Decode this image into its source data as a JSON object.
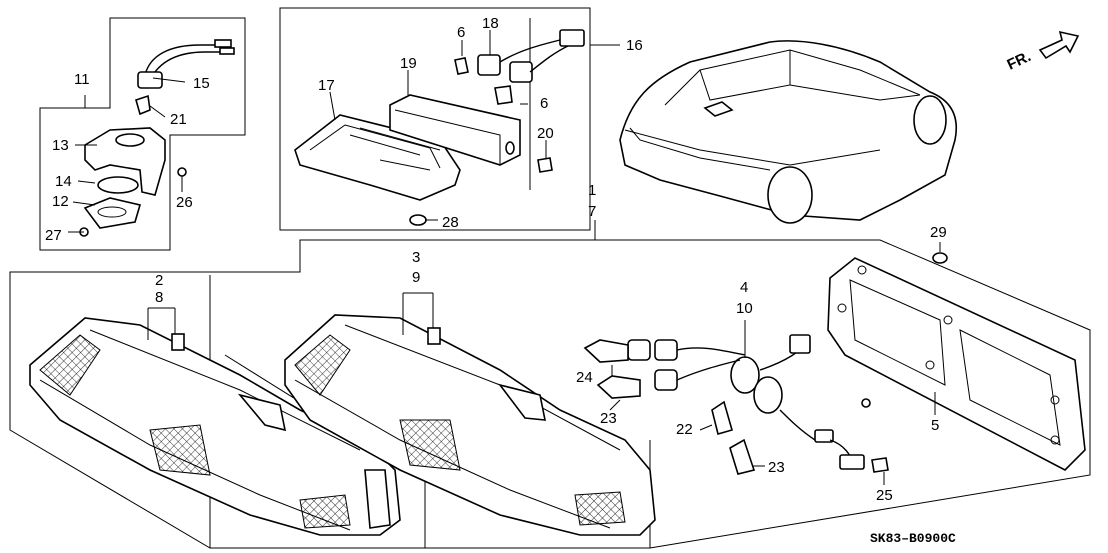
{
  "diagram": {
    "code": "SK83–B0900C",
    "direction_label": "FR.",
    "callouts": [
      "1",
      "7",
      "2",
      "8",
      "3",
      "9",
      "4",
      "10",
      "5",
      "6",
      "6",
      "11",
      "12",
      "13",
      "14",
      "15",
      "16",
      "17",
      "18",
      "19",
      "20",
      "21",
      "22",
      "23",
      "23",
      "24",
      "25",
      "26",
      "27",
      "28",
      "29"
    ]
  }
}
